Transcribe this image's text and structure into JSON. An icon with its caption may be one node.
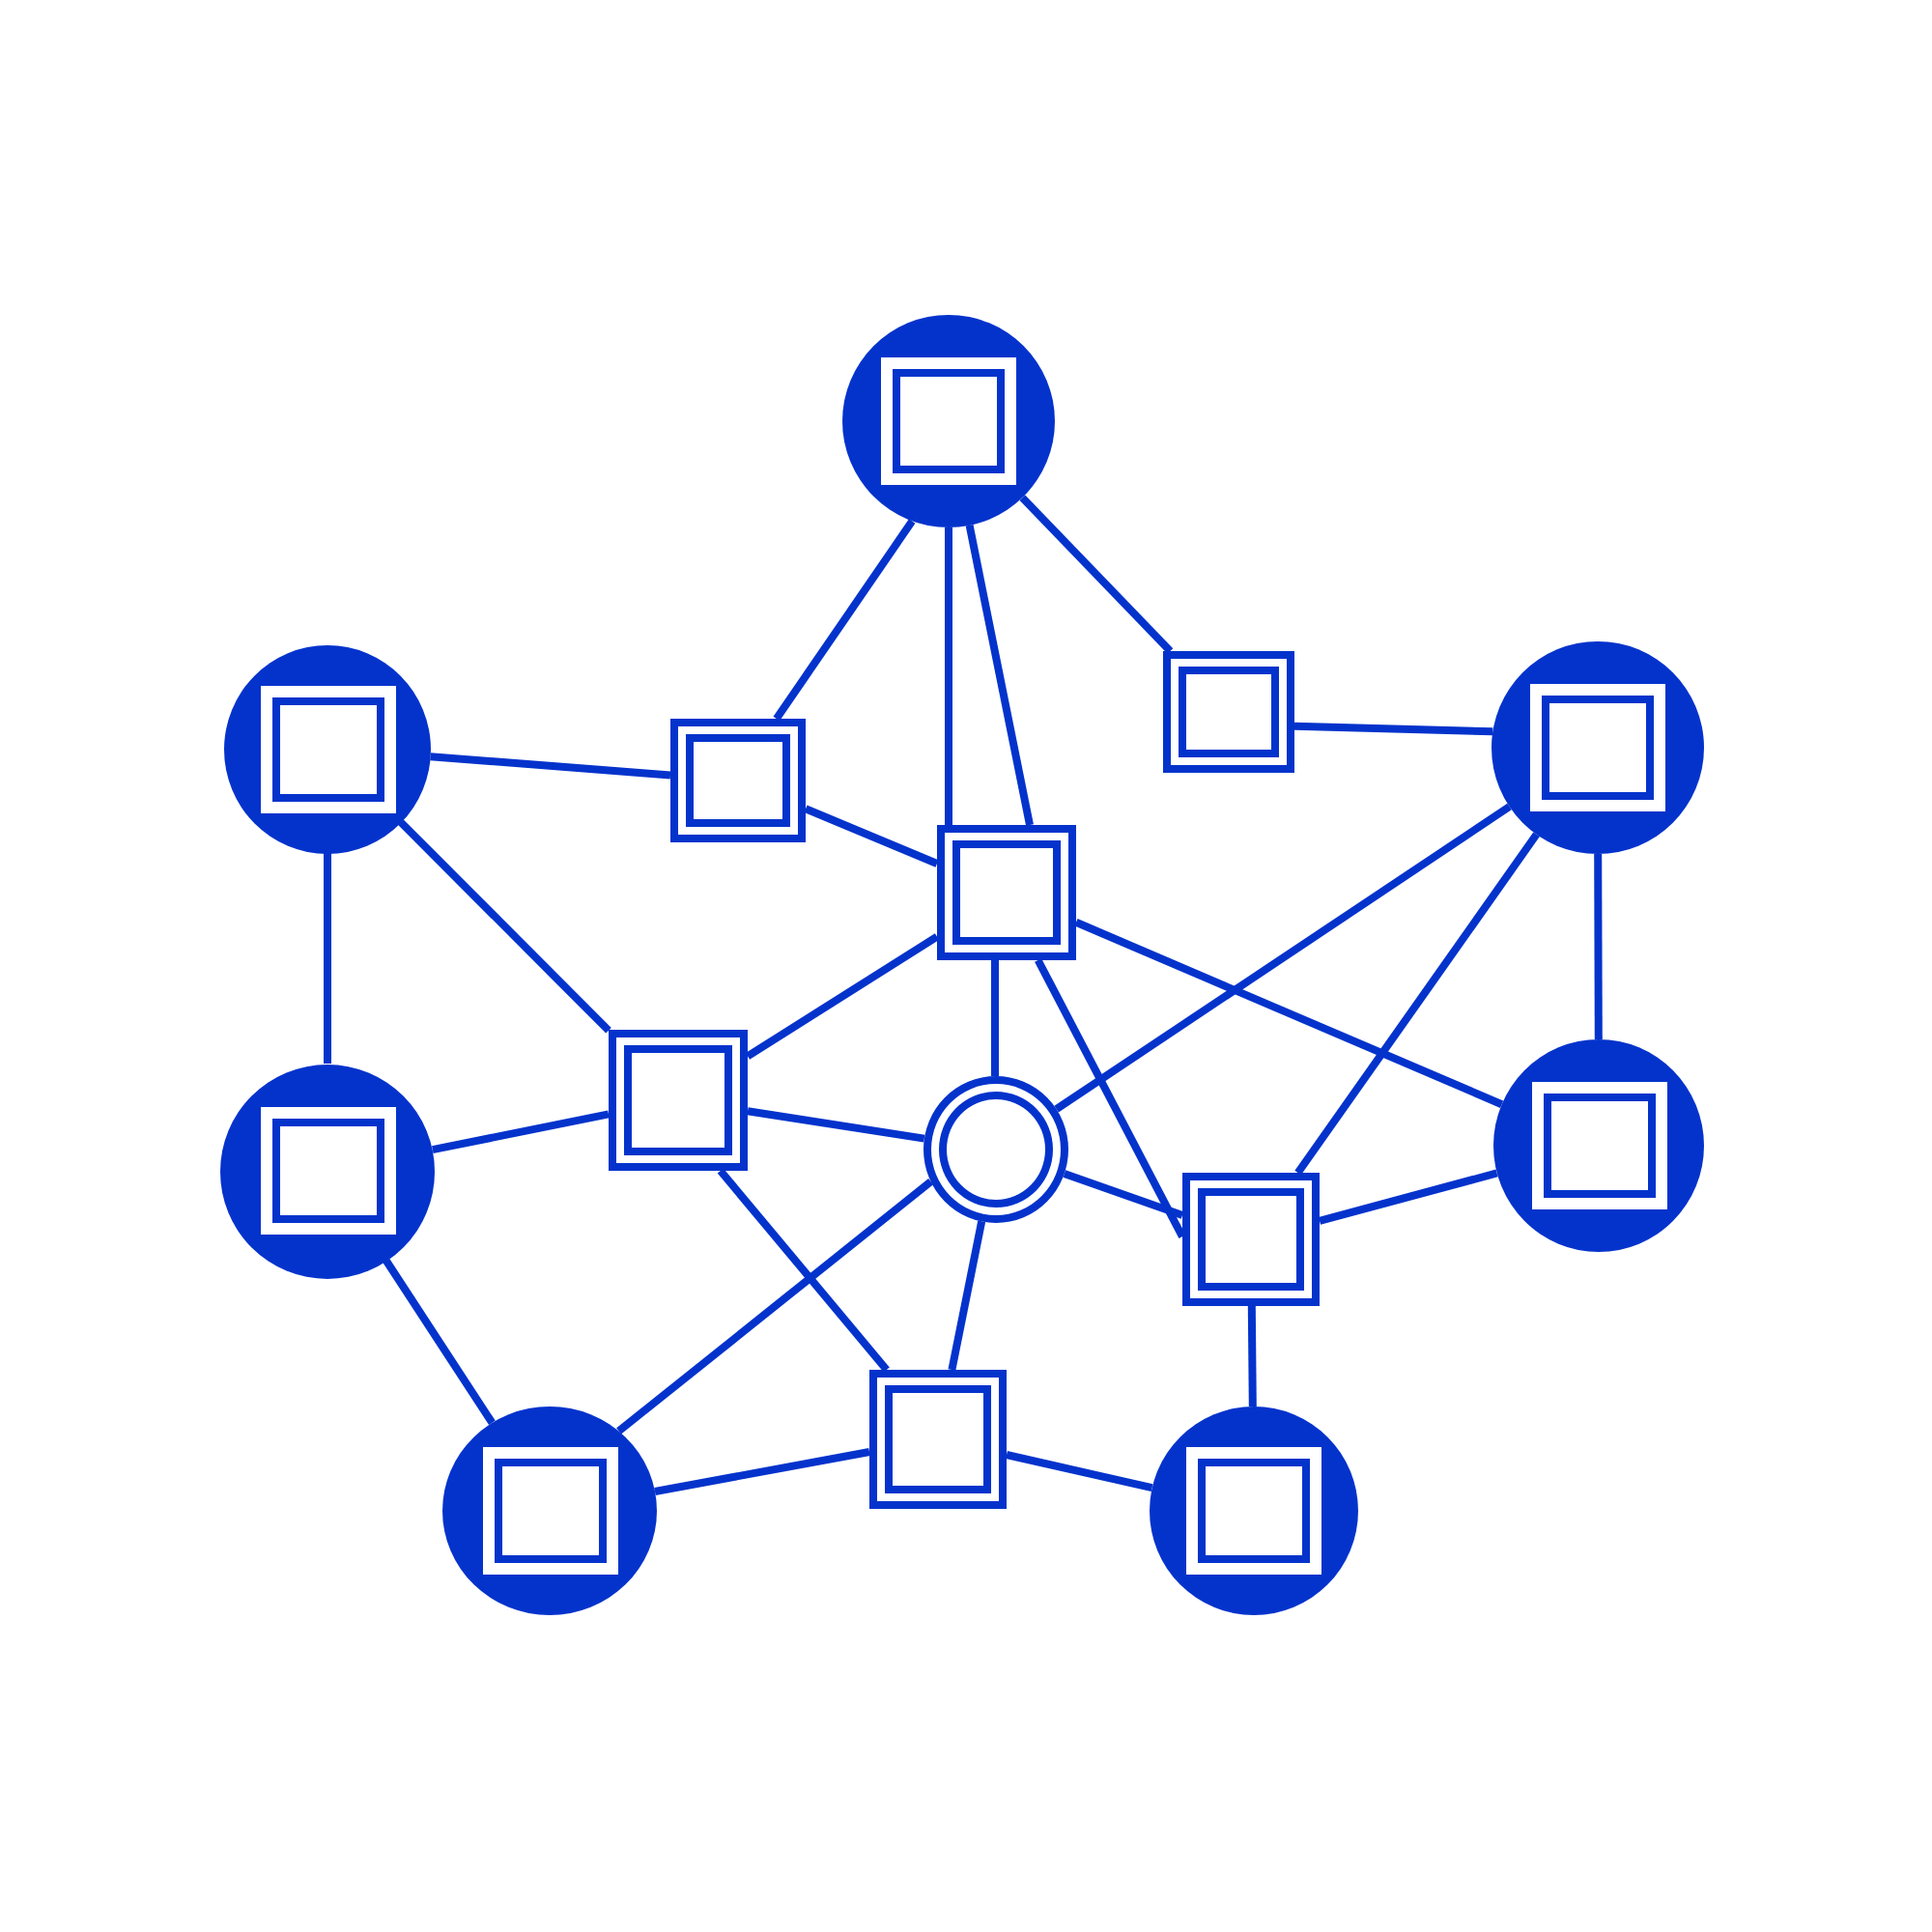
{
  "diagram": {
    "nodes": [
      {
        "text": [],
        "shape": "circle"
      },
      {
        "text": [],
        "shape": "circle"
      },
      {
        "text": [],
        "shape": "box"
      },
      {
        "text": [],
        "shape": "box"
      },
      {
        "text": [],
        "shape": "circle"
      },
      {
        "text": [],
        "shape": "box"
      },
      {
        "text": [],
        "shape": "circle"
      },
      {
        "text": [],
        "shape": "box"
      },
      {
        "text": [],
        "shape": "ring"
      },
      {
        "text": [],
        "shape": "box"
      },
      {
        "text": [],
        "shape": "circle"
      },
      {
        "text": [],
        "shape": "circle"
      },
      {
        "text": [],
        "shape": "box"
      },
      {
        "text": [],
        "shape": "circle"
      }
    ],
    "edges": [
      {
        "from": 0,
        "to": 2,
        "arrow": "none"
      },
      {
        "from": 0,
        "to": 5,
        "arrow": "none"
      },
      {
        "from": 0,
        "to": 5,
        "arrow": "none"
      },
      {
        "from": 0,
        "to": 3,
        "arrow": "none"
      },
      {
        "from": 1,
        "to": 2,
        "arrow": "none"
      },
      {
        "from": 1,
        "to": 6,
        "arrow": "none"
      },
      {
        "from": 1,
        "to": 7,
        "arrow": "none"
      },
      {
        "from": 2,
        "to": 5,
        "arrow": "none"
      },
      {
        "from": 3,
        "to": 4,
        "arrow": "none"
      },
      {
        "from": 4,
        "to": 8,
        "arrow": "none"
      },
      {
        "from": 4,
        "to": 9,
        "arrow": "none"
      },
      {
        "from": 4,
        "to": 10,
        "arrow": "none"
      },
      {
        "from": 5,
        "to": 7,
        "arrow": "none"
      },
      {
        "from": 5,
        "to": 8,
        "arrow": "none"
      },
      {
        "from": 5,
        "to": 10,
        "arrow": "none"
      },
      {
        "from": 5,
        "to": 9,
        "arrow": "none"
      },
      {
        "from": 7,
        "to": 6,
        "arrow": "none"
      },
      {
        "from": 7,
        "to": 8,
        "arrow": "none"
      },
      {
        "from": 7,
        "to": 12,
        "arrow": "none"
      },
      {
        "from": 8,
        "to": 9,
        "arrow": "none"
      },
      {
        "from": 8,
        "to": 12,
        "arrow": "none"
      },
      {
        "from": 8,
        "to": 11,
        "arrow": "none"
      },
      {
        "from": 6,
        "to": 11,
        "arrow": "none"
      },
      {
        "from": 11,
        "to": 12,
        "arrow": "none"
      },
      {
        "from": 12,
        "to": 13,
        "arrow": "none"
      },
      {
        "from": 9,
        "to": 13,
        "arrow": "none"
      },
      {
        "from": 9,
        "to": 10,
        "arrow": "none"
      }
    ]
  }
}
